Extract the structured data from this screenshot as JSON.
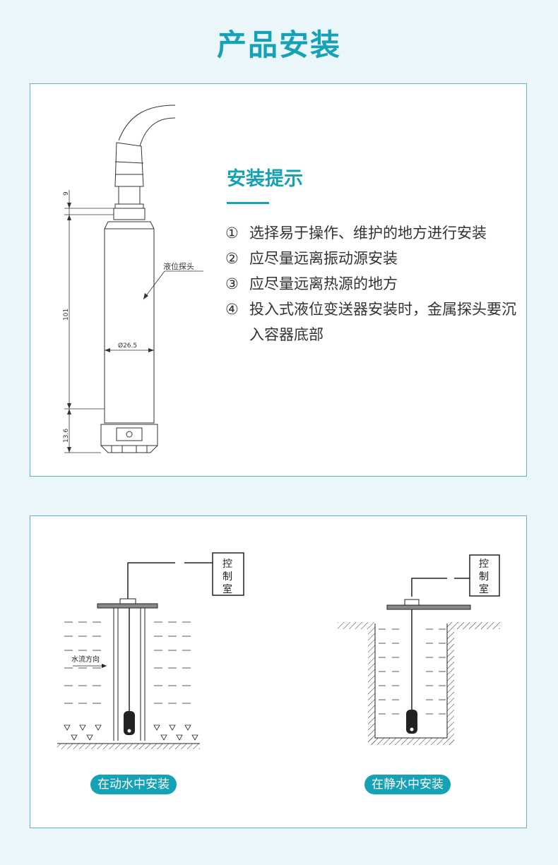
{
  "title": "产品安装",
  "drawing": {
    "probe_label": "液位探头",
    "dim_top": "9",
    "dim_body": "101",
    "dim_bottom": "13.6",
    "dim_diameter": "Ø26.5"
  },
  "tips": {
    "heading": "安装提示",
    "items": [
      {
        "num": "①",
        "text": "选择易于操作、维护的地方进行安装"
      },
      {
        "num": "②",
        "text": "应尽量远离振动源安装"
      },
      {
        "num": "③",
        "text": "应尽量远离热源的地方"
      },
      {
        "num": "④",
        "text": "投入式液位变送器安装时，金属探头要沉入容器底部"
      }
    ]
  },
  "install": {
    "control_room": [
      "控",
      "制",
      "室"
    ],
    "flow_label": "水流方向",
    "dynamic_caption": "在动水中安装",
    "static_caption": "在静水中安装"
  },
  "colors": {
    "accent": "#16a2b6",
    "background": "#eaf6fa",
    "panel_border": "#58b6c8"
  }
}
